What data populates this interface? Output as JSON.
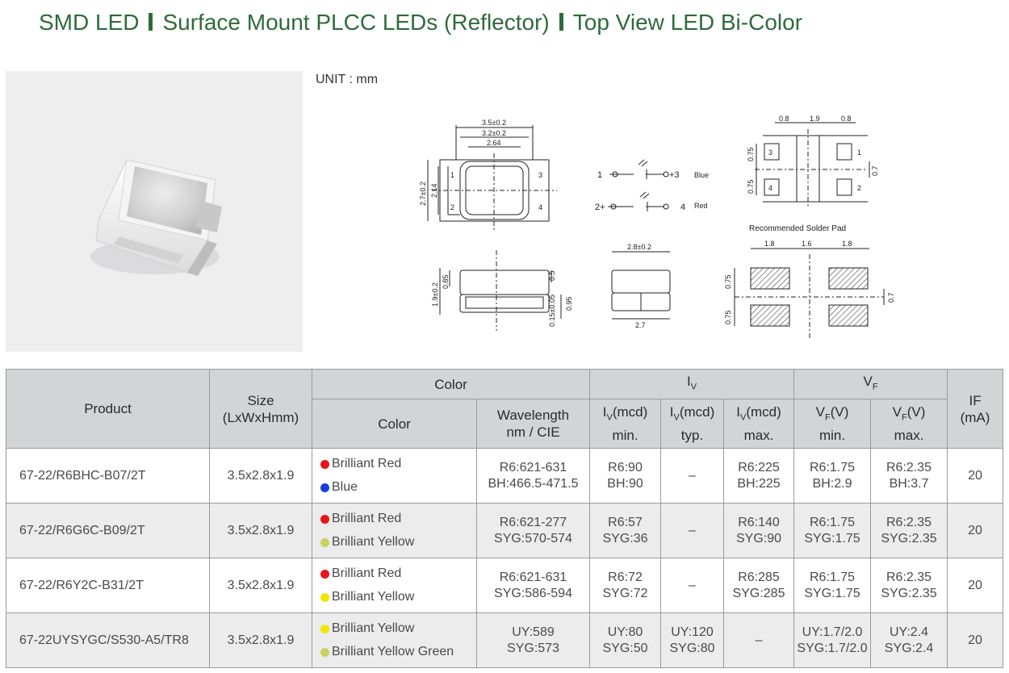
{
  "header": {
    "title_parts": [
      "SMD LED",
      "Surface Mount PLCC LEDs (Reflector)",
      "Top View LED Bi-Color"
    ]
  },
  "drawing": {
    "unit_label": "UNIT : mm",
    "top_view": {
      "dim_35": "3.5±0.2",
      "dim_32": "3.2±0.2",
      "dim_264": "2.64",
      "dim_27": "2.7±0.2",
      "dim_214": "2.14",
      "pin1": "1",
      "pin2": "2",
      "pin3": "3",
      "pin4": "4"
    },
    "schematic": {
      "row1_left": "1",
      "row1_right": "+3",
      "row1_label": "Blue",
      "row2_left": "2+",
      "row2_right": "4",
      "row2_label": "Red"
    },
    "pad_view": {
      "d08a": "0.8",
      "d19": "1.9",
      "d08b": "0.8",
      "d075a": "0.75",
      "d075b": "0.75",
      "d07": "0.7",
      "pin3": "3",
      "pin4": "4",
      "pin1": "1",
      "pin2": "2"
    },
    "solder_pad": {
      "title": "Recommended Solder Pad",
      "d18a": "1.8",
      "d16": "1.6",
      "d18b": "1.8",
      "d075a": "0.75",
      "d075b": "0.75",
      "d07": "0.7"
    },
    "side_view": {
      "d19": "1.9±0.2",
      "d085": "0.85",
      "d05": "0.5",
      "d015": "0.15±0.05",
      "d095": "0.95"
    },
    "end_view": {
      "d28": "2.8±0.2",
      "d27": "2.7"
    }
  },
  "table": {
    "headers": {
      "product": "Product",
      "size": "Size",
      "size_unit": "(LxWxHmm)",
      "color_group": "Color",
      "iv_group_main": "I",
      "iv_group_sub": "V",
      "vf_group_main": "V",
      "vf_group_sub": "F",
      "if_main": "IF",
      "if_unit": "(mA)",
      "color": "Color",
      "wavelength_1": "Wavelength",
      "wavelength_2": "nm / CIE",
      "iv_min_1": "(mcd)",
      "iv_min_2": "min.",
      "iv_typ_1": "(mcd)",
      "iv_typ_2": "typ.",
      "iv_max_1": "(mcd)",
      "iv_max_2": "max.",
      "vf_min_1": "(V)",
      "vf_min_2": "min.",
      "vf_max_1": "(V)",
      "vf_max_2": "max."
    },
    "rows": [
      {
        "product": "67-22/R6BHC-B07/2T",
        "size": "3.5x2.8x1.9",
        "color1": "Brilliant Red",
        "color2": "Blue",
        "wl1": "R6:621-631",
        "wl2": "BH:466.5-471.5",
        "ivmin1": "R6:90",
        "ivmin2": "BH:90",
        "ivtyp1": "–",
        "ivtyp2": "",
        "ivmax1": "R6:225",
        "ivmax2": "BH:225",
        "vfmin1": "R6:1.75",
        "vfmin2": "BH:2.9",
        "vfmax1": "R6:2.35",
        "vfmax2": "BH:3.7",
        "if": "20"
      },
      {
        "product": "67-22/R6G6C-B09/2T",
        "size": "3.5x2.8x1.9",
        "color1": "Brilliant Red",
        "color2": "Brilliant Yellow",
        "wl1": "R6:621-277",
        "wl2": "SYG:570-574",
        "ivmin1": "R6:57",
        "ivmin2": "SYG:36",
        "ivtyp1": "–",
        "ivtyp2": "",
        "ivmax1": "R6:140",
        "ivmax2": "SYG:90",
        "vfmin1": "R6:1.75",
        "vfmin2": "SYG:1.75",
        "vfmax1": "R6:2.35",
        "vfmax2": "SYG:2.35",
        "if": "20"
      },
      {
        "product": "67-22/R6Y2C-B31/2T",
        "size": "3.5x2.8x1.9",
        "color1": "Brilliant Red",
        "color2": "Brilliant Yellow",
        "wl1": "R6:621-631",
        "wl2": "SYG:586-594",
        "ivmin1": "R6:72",
        "ivmin2": "SYG:72",
        "ivtyp1": "–",
        "ivtyp2": "",
        "ivmax1": "R6:285",
        "ivmax2": "SYG:285",
        "vfmin1": "R6:1.75",
        "vfmin2": "SYG:1.75",
        "vfmax1": "R6:2.35",
        "vfmax2": "SYG:2.35",
        "if": "20"
      },
      {
        "product": "67-22UYSYGC/S530-A5/TR8",
        "size": "3.5x2.8x1.9",
        "color1": "Brilliant Yellow",
        "color2": "Brilliant Yellow Green",
        "wl1": "UY:589",
        "wl2": "SYG:573",
        "ivmin1": "UY:80",
        "ivmin2": "SYG:50",
        "ivtyp1": "UY:120",
        "ivtyp2": "SYG:80",
        "ivmax1": "–",
        "ivmax2": "",
        "vfmin1": "UY:1.7/2.0",
        "vfmin2": "SYG:1.7/2.0",
        "vfmax1": "UY:2.4",
        "vfmax2": "SYG:2.4",
        "if": "20"
      }
    ],
    "dot_colors": {
      "red": "#e8141b",
      "blue": "#1a3fd6",
      "yellow": "#f3e600",
      "yellow_green": "#c9d25e"
    }
  }
}
